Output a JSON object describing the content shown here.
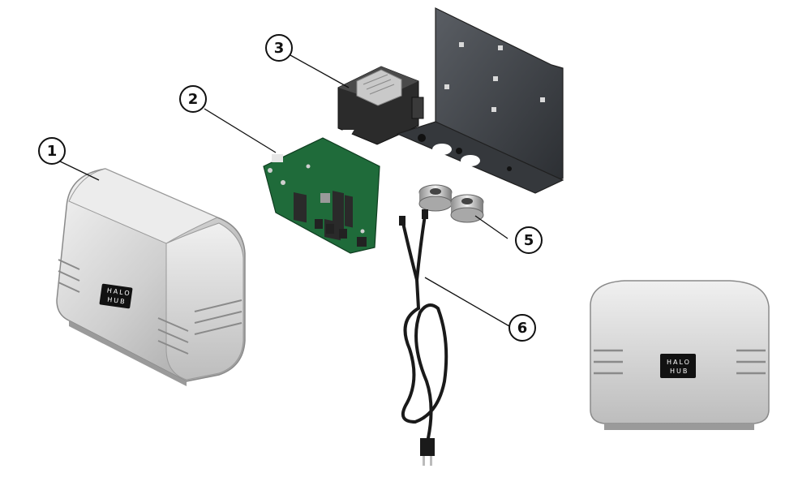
{
  "callouts": [
    {
      "id": "1",
      "label": "1"
    },
    {
      "id": "2",
      "label": "2"
    },
    {
      "id": "3",
      "label": "3"
    },
    {
      "id": "5",
      "label": "5"
    },
    {
      "id": "6",
      "label": "6"
    }
  ],
  "brand": {
    "line1": "HALO",
    "line2": "HUB"
  },
  "colors": {
    "housing": "#d9d9d9",
    "pcb": "#1f6b3a",
    "bracket": "#3a3d42",
    "transformer": "#2b2b2b",
    "cable": "#1a1a1a",
    "leader": "#111111"
  }
}
